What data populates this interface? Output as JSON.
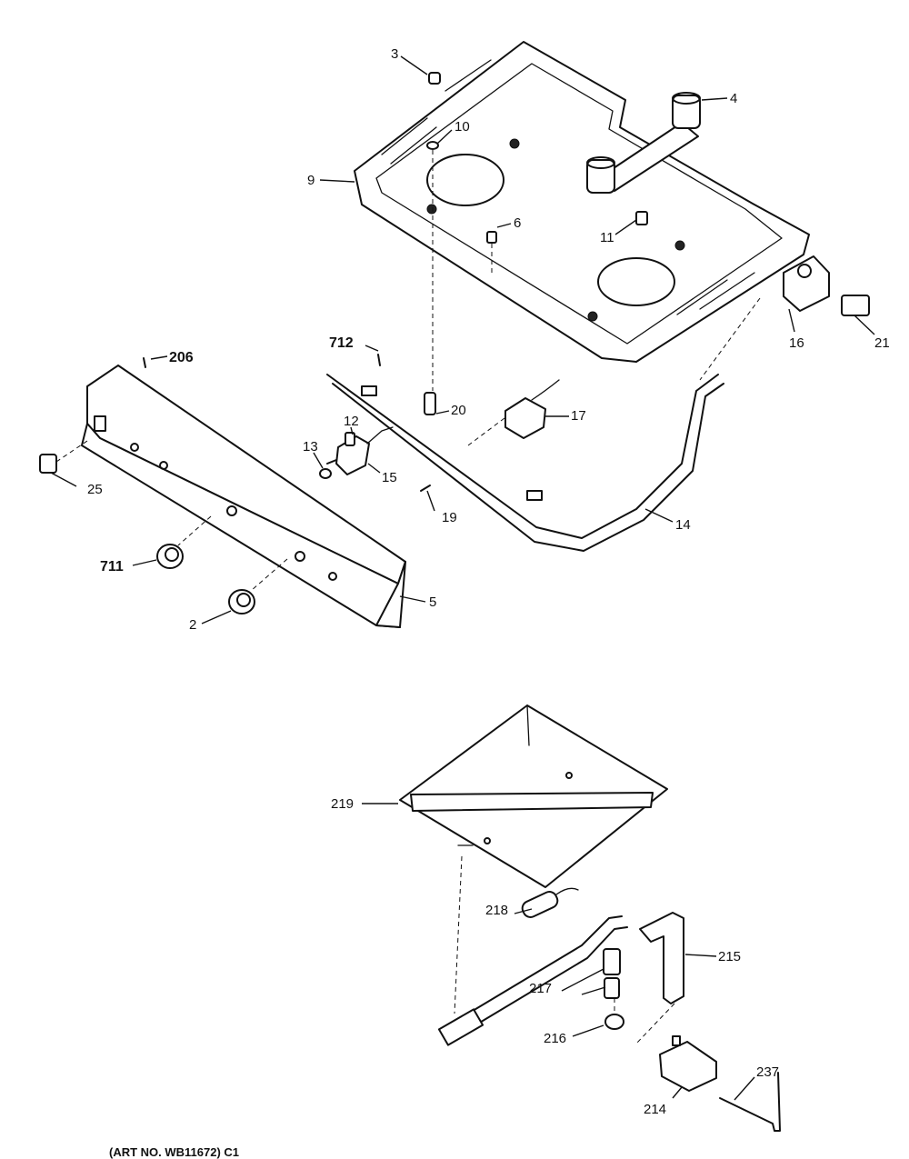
{
  "labels": {
    "p2": "2",
    "p3": "3",
    "p4": "4",
    "p5": "5",
    "p6": "6",
    "p9": "9",
    "p10": "10",
    "p11": "11",
    "p12": "12",
    "p13": "13",
    "p14": "14",
    "p15": "15",
    "p16": "16",
    "p17": "17",
    "p19": "19",
    "p20": "20",
    "p21": "21",
    "p25": "25",
    "p206": "206",
    "p711": "711",
    "p712": "712",
    "p214": "214",
    "p215": "215",
    "p216": "216",
    "p217": "217",
    "p218": "218",
    "p219": "219",
    "p237": "237"
  },
  "footer": {
    "text": "(ART NO. WB11672) C1"
  }
}
